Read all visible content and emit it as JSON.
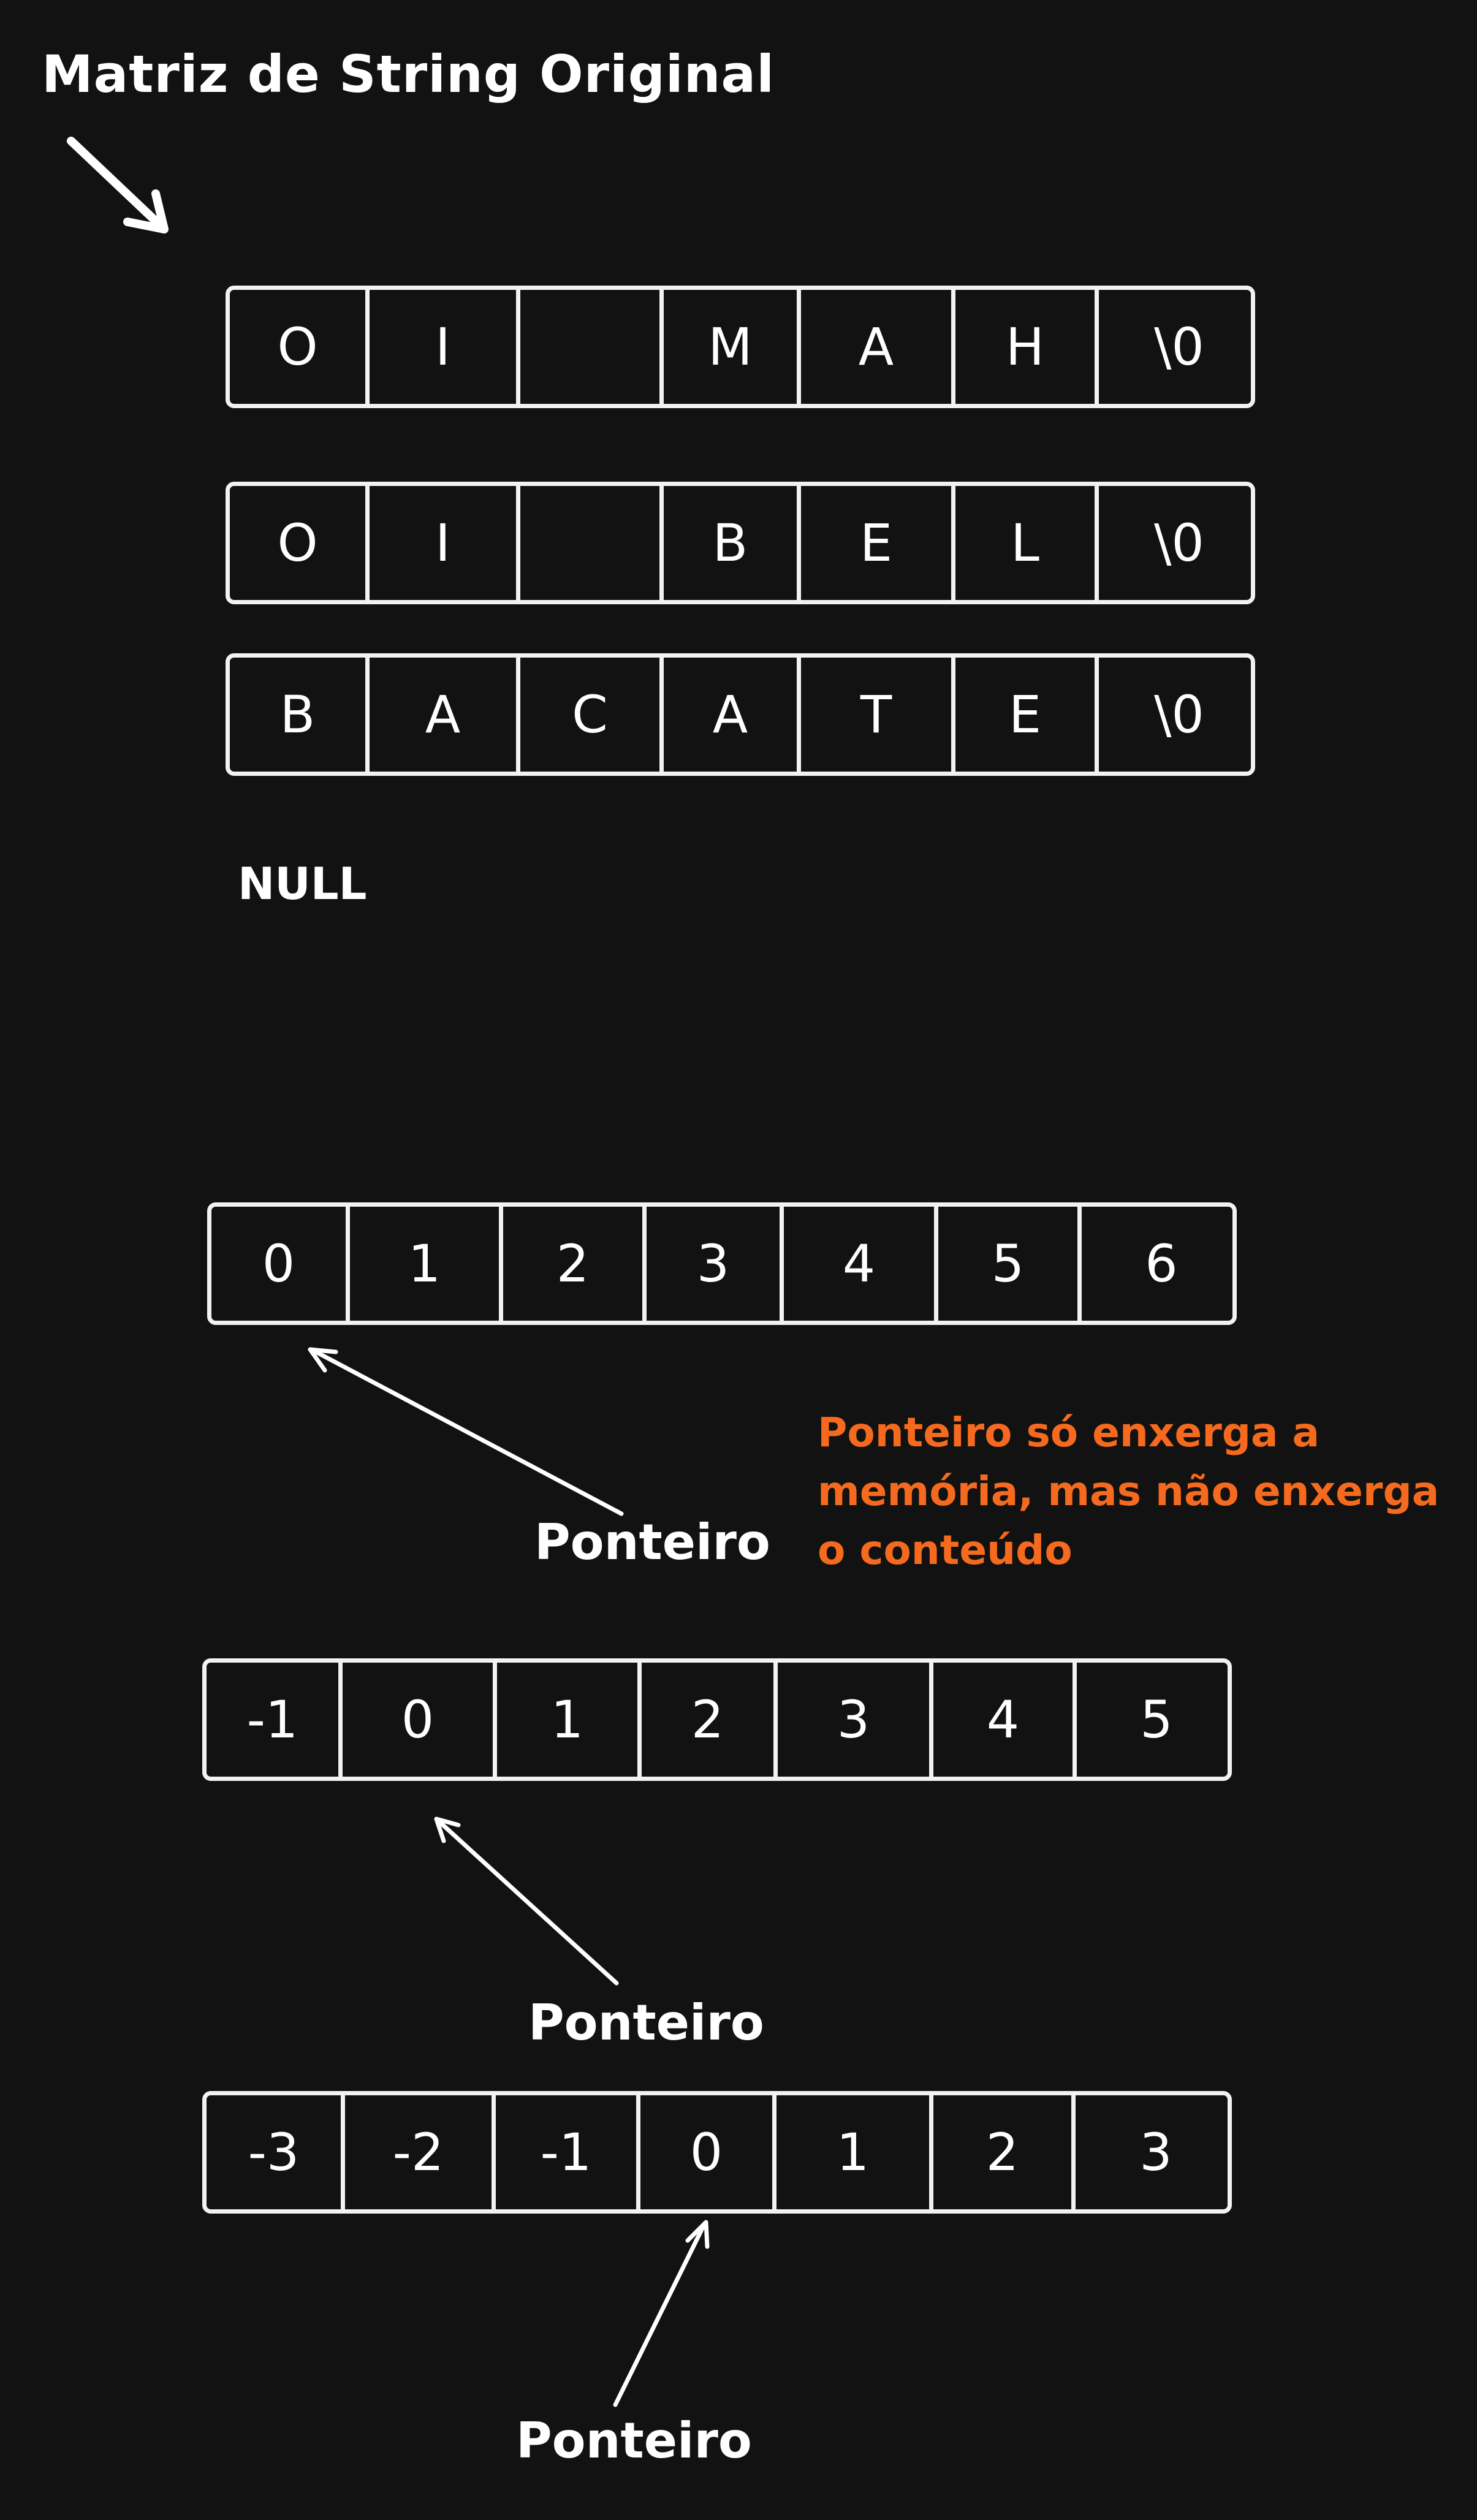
{
  "canvas": {
    "background": "#121212"
  },
  "title": "Matriz de String Original",
  "strings": [
    {
      "cells": [
        "O",
        "I",
        "",
        "M",
        "A",
        "H",
        "\\0"
      ]
    },
    {
      "cells": [
        "O",
        "I",
        "",
        "B",
        "E",
        "L",
        "\\0"
      ]
    },
    {
      "cells": [
        "B",
        "A",
        "C",
        "A",
        "T",
        "E",
        "\\0"
      ]
    }
  ],
  "null_label": "NULL",
  "index_rows": [
    {
      "cells": [
        "0",
        "1",
        "2",
        "3",
        "4",
        "5",
        "6"
      ],
      "pointer_label": "Ponteiro"
    },
    {
      "cells": [
        "-1",
        "0",
        "1",
        "2",
        "3",
        "4",
        "5"
      ],
      "pointer_label": "Ponteiro"
    },
    {
      "cells": [
        "-3",
        "-2",
        "-1",
        "0",
        "1",
        "2",
        "3"
      ],
      "pointer_label": "Ponteiro"
    }
  ],
  "note": {
    "lines": [
      "Ponteiro só enxerga a",
      "memória, mas não enxerga",
      "o conteúdo"
    ],
    "color": "#f56a1e"
  },
  "colors": {
    "stroke": "#f2f2f2",
    "text": "#ffffff",
    "accent": "#f56a1e"
  }
}
